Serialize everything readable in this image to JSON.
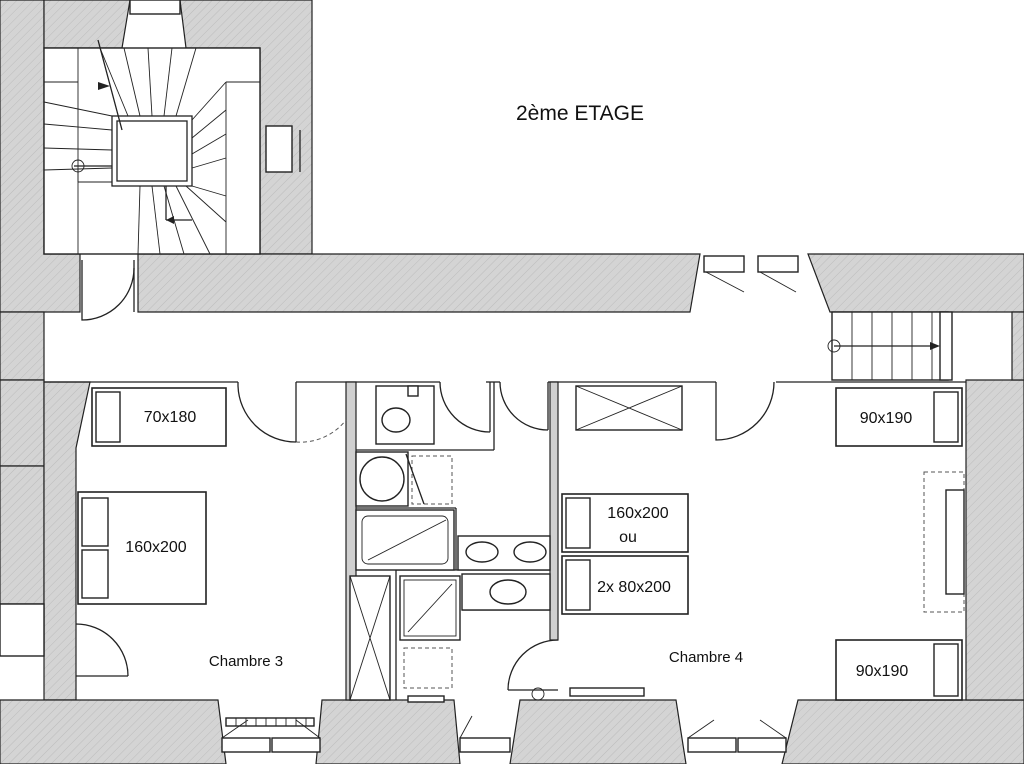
{
  "plan": {
    "title": "2ème ETAGE",
    "rooms": [
      {
        "name": "Chambre 3"
      },
      {
        "name": "Chambre 4"
      }
    ],
    "beds": [
      {
        "size": "70x180"
      },
      {
        "size": "160x200"
      },
      {
        "size": "90x190"
      },
      {
        "size": "160x200"
      },
      {
        "size": "ou"
      },
      {
        "size": "2x 80x200"
      },
      {
        "size": "90x190"
      }
    ]
  }
}
